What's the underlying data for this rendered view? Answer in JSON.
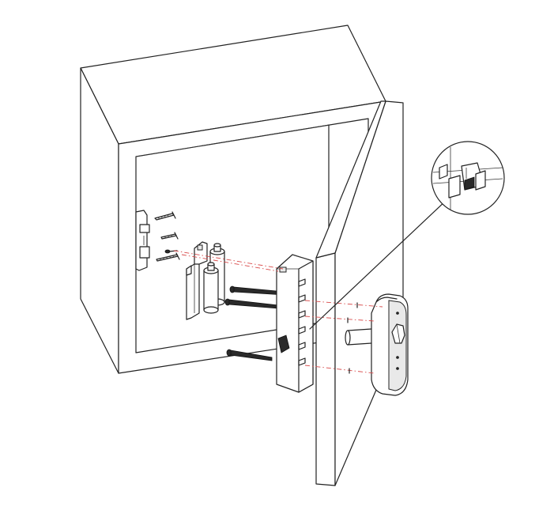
{
  "diagram": {
    "labels": []
  },
  "colors": {
    "line": "#222222",
    "guide": "#d84a4a",
    "fill": "#ffffff",
    "shade": "#e9e9e9"
  },
  "parts": [
    "safe-body",
    "safe-door",
    "wall-screws",
    "battery-bracket",
    "aa-batteries",
    "lock-back-plate",
    "mounting-bolts",
    "keypad-panel",
    "spindle",
    "detail-magnifier"
  ]
}
